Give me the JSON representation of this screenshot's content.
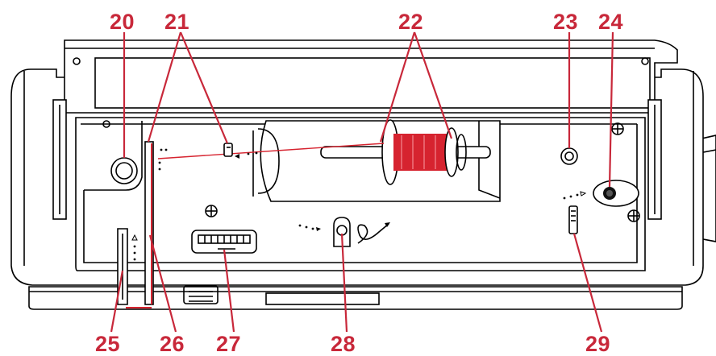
{
  "callouts": {
    "c20": "20",
    "c21": "21",
    "c22": "22",
    "c23": "23",
    "c24": "24",
    "c25": "25",
    "c26": "26",
    "c27": "27",
    "c28": "28",
    "c29": "29"
  },
  "colors": {
    "callout": "#c8283a",
    "thread": "#d6232f",
    "outline": "#000000"
  },
  "icons": [
    "bobbin-winder-icon",
    "thread-guide-icon",
    "spool-pin-icon",
    "plus-screw-icon",
    "thread-cutter-icon",
    "thread-take-up-icon",
    "thread-tension-dial-icon"
  ]
}
